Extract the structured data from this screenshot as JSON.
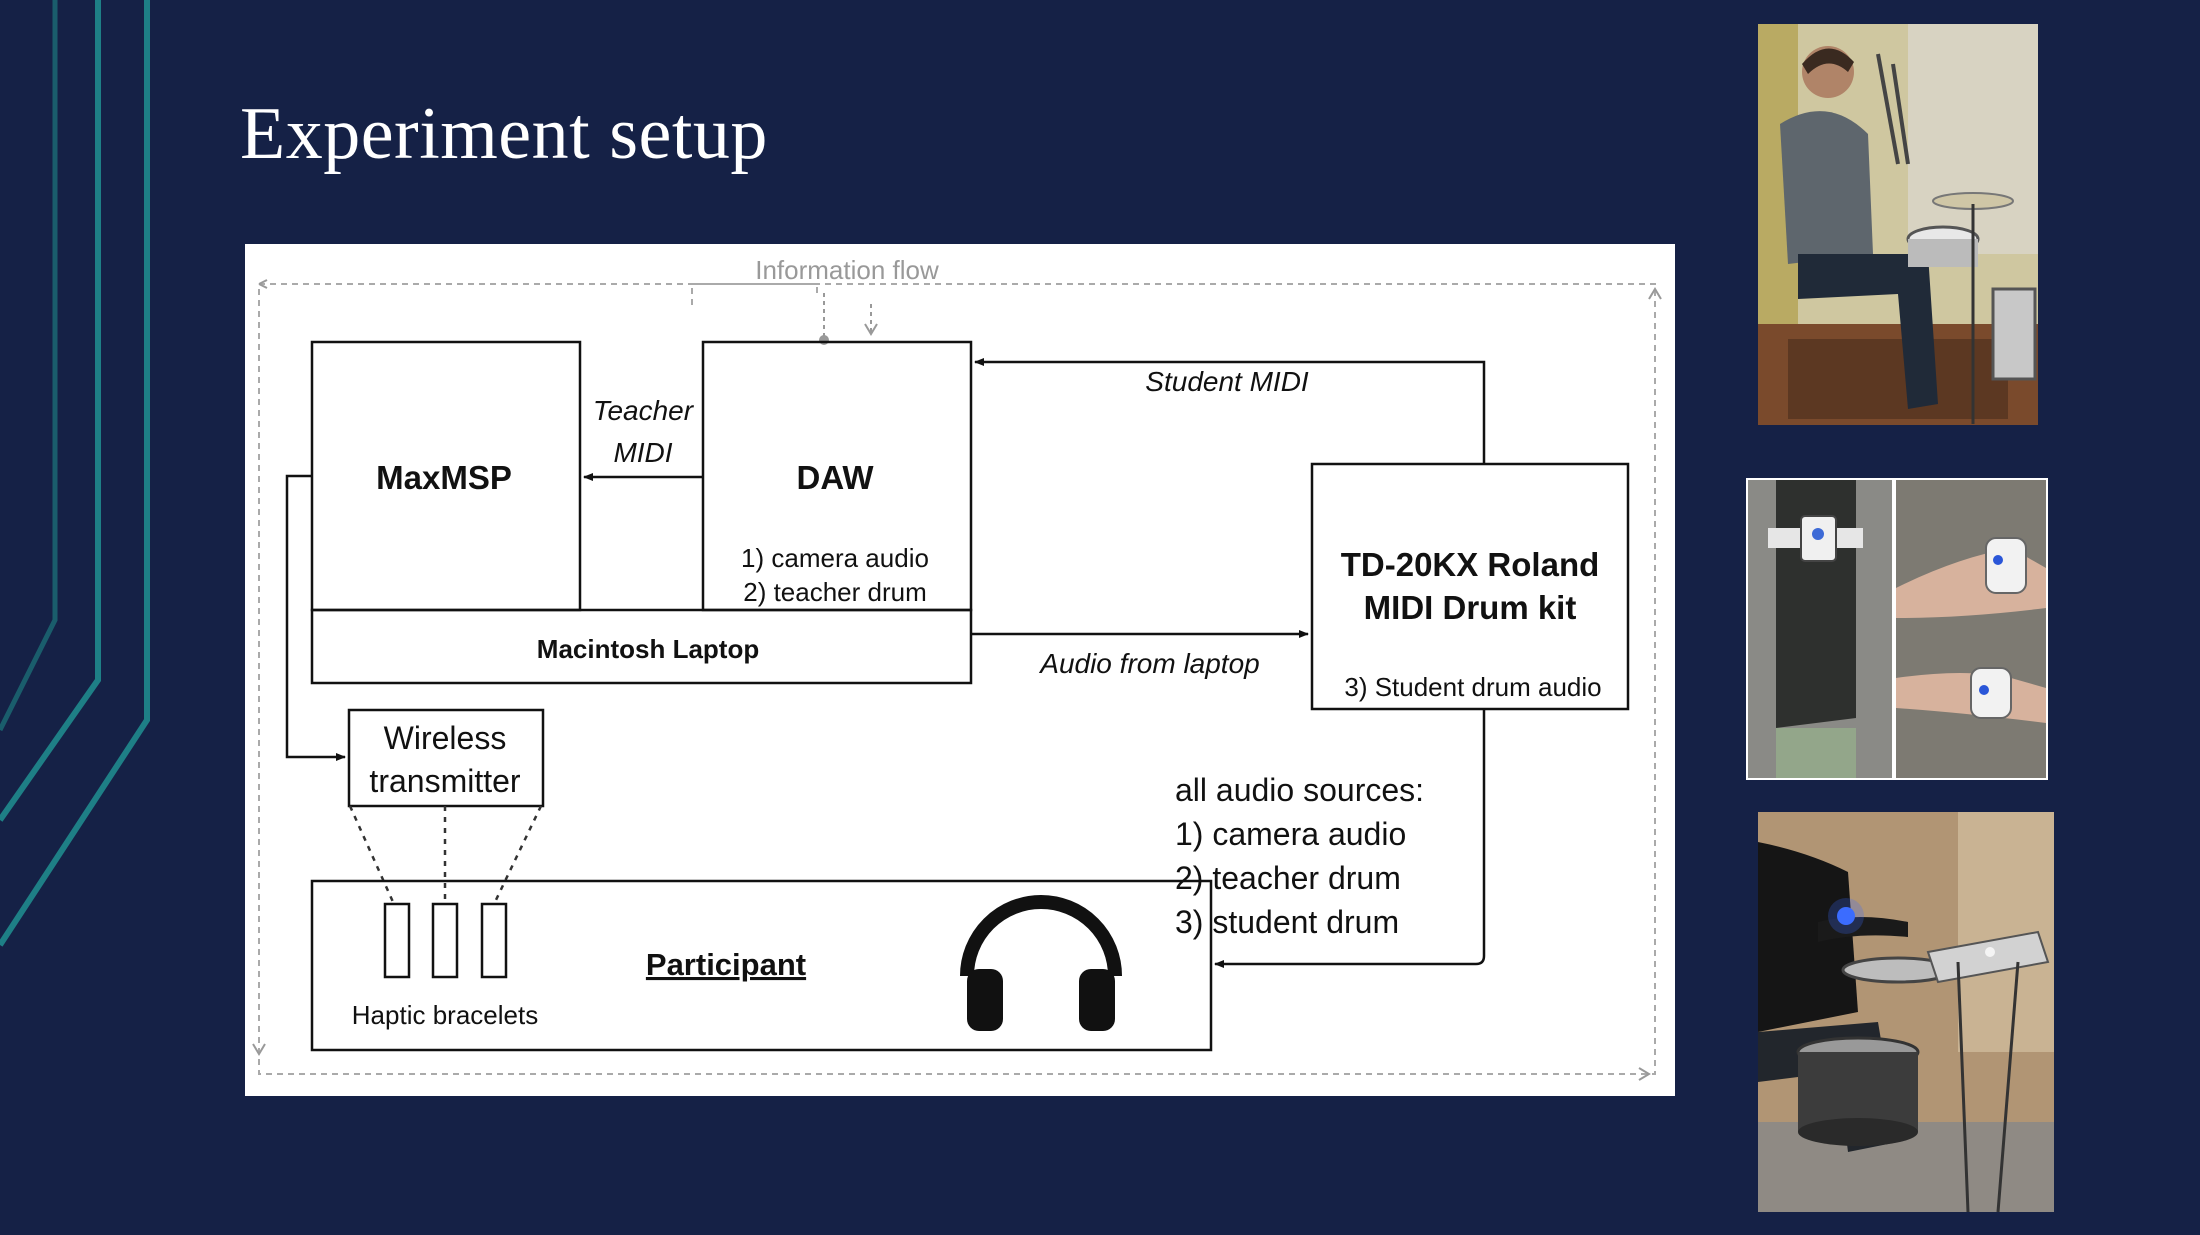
{
  "slide": {
    "title": "Experiment setup"
  },
  "diagram": {
    "info_flow_label": "Information flow",
    "maxmsp_label": "MaxMSP",
    "teacher_midi_label": [
      "Teacher",
      "MIDI"
    ],
    "daw": {
      "label": "DAW",
      "sources": [
        "1) camera audio",
        "2) teacher drum"
      ]
    },
    "laptop_label": "Macintosh Laptop",
    "student_midi_label": "Student MIDI",
    "audio_from_laptop_label": "Audio from laptop",
    "drumkit": {
      "label_lines": [
        "TD-20KX Roland",
        "MIDI Drum kit"
      ],
      "source": "3) Student drum audio"
    },
    "wireless_label_lines": [
      "Wireless",
      "transmitter"
    ],
    "all_audio": {
      "heading": "all audio sources:",
      "items": [
        "1) camera audio",
        "2) teacher drum",
        "3) student drum"
      ]
    },
    "participant_label": "Participant",
    "haptic_label": "Haptic bracelets"
  },
  "photos": [
    {
      "name": "drummer-photo",
      "icon": "drummer-photo-icon"
    },
    {
      "name": "bracelets-photo",
      "icon": "haptic-bracelet-photo-icon"
    },
    {
      "name": "participant-photo",
      "icon": "participant-drumming-photo-icon"
    }
  ],
  "colors": {
    "background": "#152146",
    "accent": "#1e7f86",
    "panel": "#ffffff"
  }
}
